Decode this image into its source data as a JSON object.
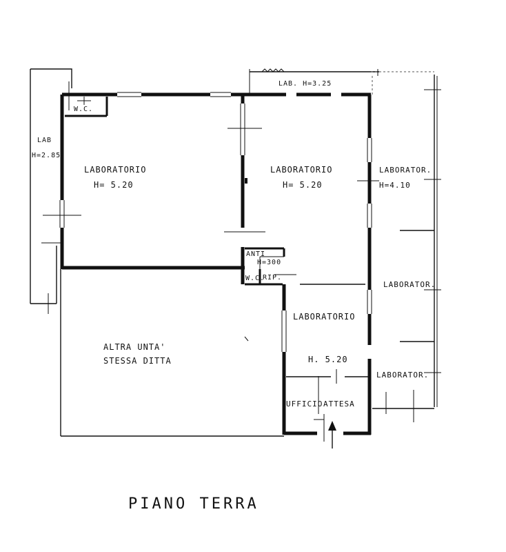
{
  "rooms": {
    "lab_left_narrow": {
      "name": "LAB",
      "height": "H=2.85"
    },
    "wc_top": {
      "name": "W.C."
    },
    "lab_1": {
      "name": "LABORATORIO",
      "height": "H= 5.20"
    },
    "lab_2": {
      "name": "LABORATORIO",
      "height": "H= 5.20"
    },
    "lab_top_strip": {
      "name": "LAB. H=3.25"
    },
    "lab_right_1": {
      "name": "LABORATOR.",
      "height": "H=4.10"
    },
    "lab_right_2": {
      "name": "LABORATOR."
    },
    "lab_right_3": {
      "name": "LABORATOR."
    },
    "anti": {
      "name": "ANTI",
      "height": "H=300"
    },
    "wc_small": {
      "name": "W.C."
    },
    "rip": {
      "name": "RIP."
    },
    "lab_3": {
      "name": "LABORATORIO",
      "height": "H. 5.20"
    },
    "altra_unita": {
      "line1": "ALTRA UNTA'",
      "line2": "STESSA DITTA"
    },
    "ufficio": {
      "name": "UFFICIO",
      "name2": "ATTESA"
    }
  },
  "plan_title": "PIANO TERRA",
  "colors": {
    "ink": "#111111",
    "paper": "#ffffff"
  }
}
